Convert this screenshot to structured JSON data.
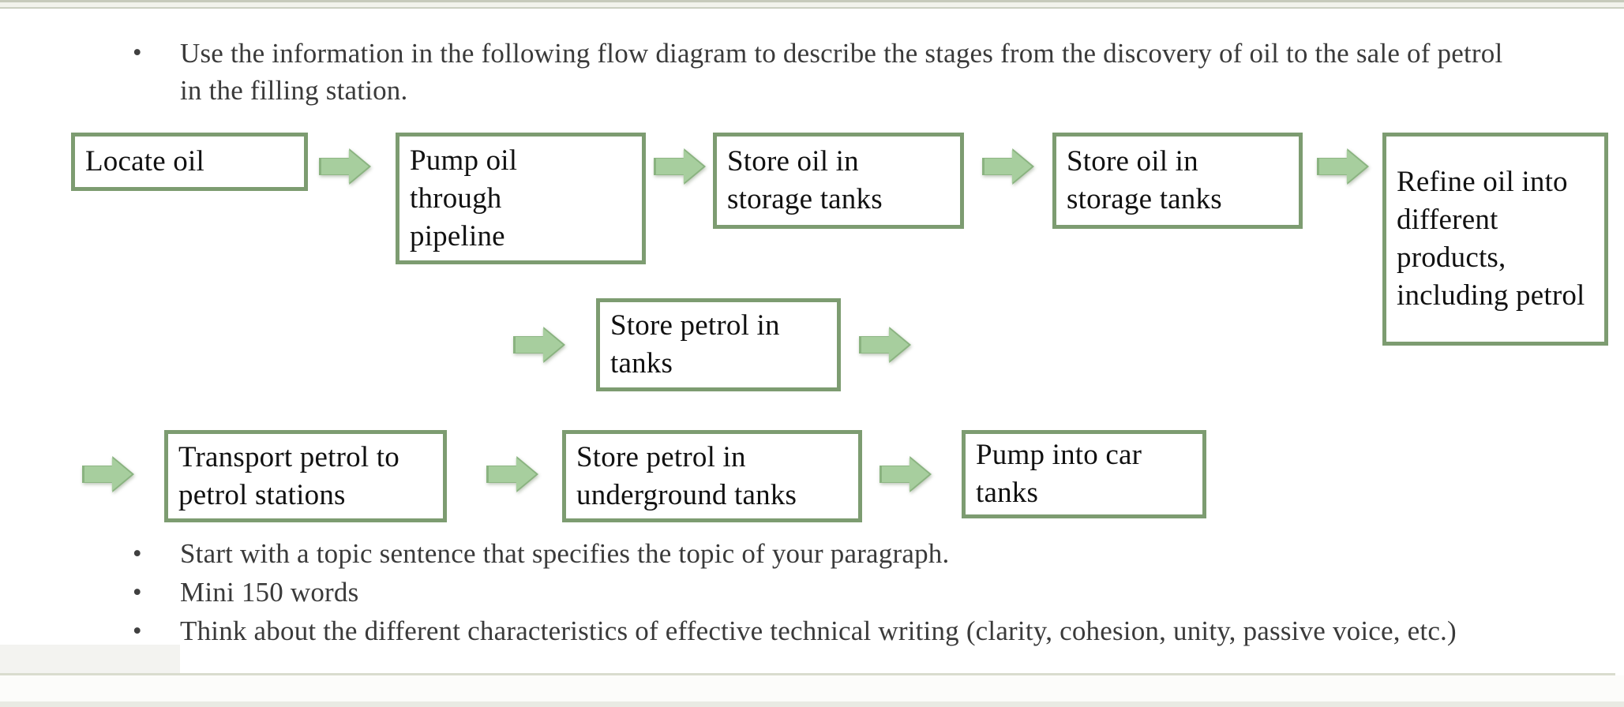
{
  "slide": {
    "background": "#ffffff",
    "box_border_color": "#7d9c71",
    "arrow_fill_color": "#a7ce9e",
    "edge_line_color": "#d9dcce"
  },
  "icons": {
    "flow_arrow": "block-right-arrow"
  },
  "instruction_bullet": {
    "marker": "•",
    "text": "Use the information in the following flow diagram to describe the stages from the discovery of oil to the sale of petrol in the filling station."
  },
  "diagram": {
    "boxes": [
      {
        "label": "Locate oil"
      },
      {
        "label": "Pump oil through pipeline"
      },
      {
        "label": "Store oil in storage tanks"
      },
      {
        "label": "Store oil in storage tanks"
      },
      {
        "label": "Refine oil into different products, including petrol"
      },
      {
        "label": "Store petrol in tanks"
      },
      {
        "label": "Transport petrol to petrol stations"
      },
      {
        "label": "Store petrol in underground tanks"
      },
      {
        "label": "Pump into car tanks"
      }
    ]
  },
  "notes_bullets": [
    {
      "marker": "•",
      "text": "Start with a topic sentence that specifies the topic of your paragraph."
    },
    {
      "marker": "•",
      "text": "Mini 150 words"
    },
    {
      "marker": "•",
      "text": "Think about the different characteristics of effective technical writing (clarity, cohesion, unity, passive voice, etc.)"
    }
  ]
}
